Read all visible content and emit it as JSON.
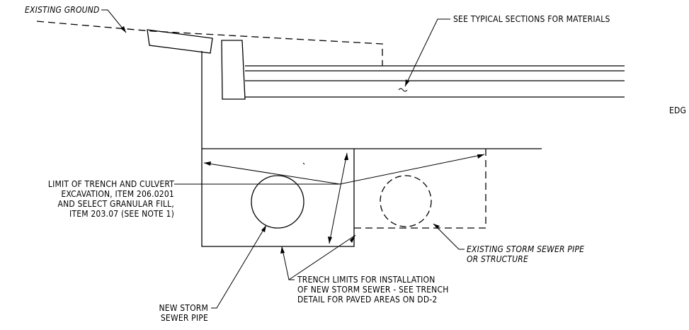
{
  "labels": {
    "existing_ground": "EXISTING GROUND",
    "typical_sections": "SEE TYPICAL SECTIONS FOR MATERIALS",
    "edge_partial": "EDG",
    "limit_trench": [
      "LIMIT OF TRENCH AND CULVERT",
      "EXCAVATION, ITEM 206.0201",
      "AND SELECT GRANULAR FILL,",
      "ITEM 203.07 (SEE NOTE 1)"
    ],
    "existing_pipe": [
      "EXISTING STORM SEWER PIPE",
      "OR STRUCTURE"
    ],
    "trench_limits": [
      "TRENCH LIMITS FOR INSTALLATION",
      "OF NEW STORM SEWER - SEE TRENCH",
      "DETAIL FOR PAVED AREAS ON DD-2"
    ],
    "new_pipe": [
      "NEW STORM",
      "SEWER PIPE"
    ]
  }
}
